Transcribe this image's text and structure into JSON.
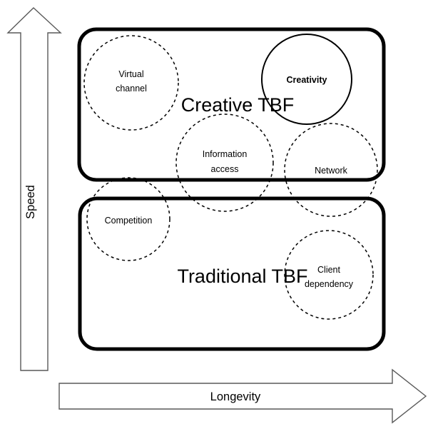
{
  "diagram": {
    "title_visible": false,
    "axes": {
      "vertical": {
        "label": "Speed",
        "direction": "up",
        "icon": "up-arrow-icon"
      },
      "horizontal": {
        "label": "Longevity",
        "direction": "right",
        "icon": "right-arrow-icon"
      }
    },
    "groups": [
      {
        "id": "creative",
        "label": "Creative TBF",
        "position": "top"
      },
      {
        "id": "traditional",
        "label": "Traditional TBF",
        "position": "bottom"
      }
    ],
    "bubbles": [
      {
        "id": "virtual-channel",
        "lines": [
          "Virtual",
          "channel"
        ],
        "style": "dashed",
        "group": "creative"
      },
      {
        "id": "creativity",
        "lines": [
          "Creativity"
        ],
        "style": "solid",
        "emphasis": "bold",
        "group": "creative"
      },
      {
        "id": "information-access",
        "lines": [
          "Information",
          "access"
        ],
        "style": "dashed",
        "group": "creative"
      },
      {
        "id": "network",
        "lines": [
          "Network"
        ],
        "style": "dashed",
        "group": "creative"
      },
      {
        "id": "competition",
        "lines": [
          "Competition"
        ],
        "style": "dashed",
        "group": "traditional"
      },
      {
        "id": "client-dependency",
        "lines": [
          "Client",
          "dependency"
        ],
        "style": "dashed",
        "group": "traditional"
      }
    ],
    "colors": {
      "stroke": "#000000",
      "arrow_stroke": "#595959",
      "background": "#ffffff"
    }
  },
  "labels": {
    "speed": "Speed",
    "longevity": "Longevity",
    "creative_tbf": "Creative TBF",
    "traditional_tbf": "Traditional TBF",
    "virtual_l1": "Virtual",
    "virtual_l2": "channel",
    "creativity": "Creativity",
    "info_l1": "Information",
    "info_l2": "access",
    "network": "Network",
    "competition": "Competition",
    "client_l1": "Client",
    "client_l2": "dependency"
  }
}
